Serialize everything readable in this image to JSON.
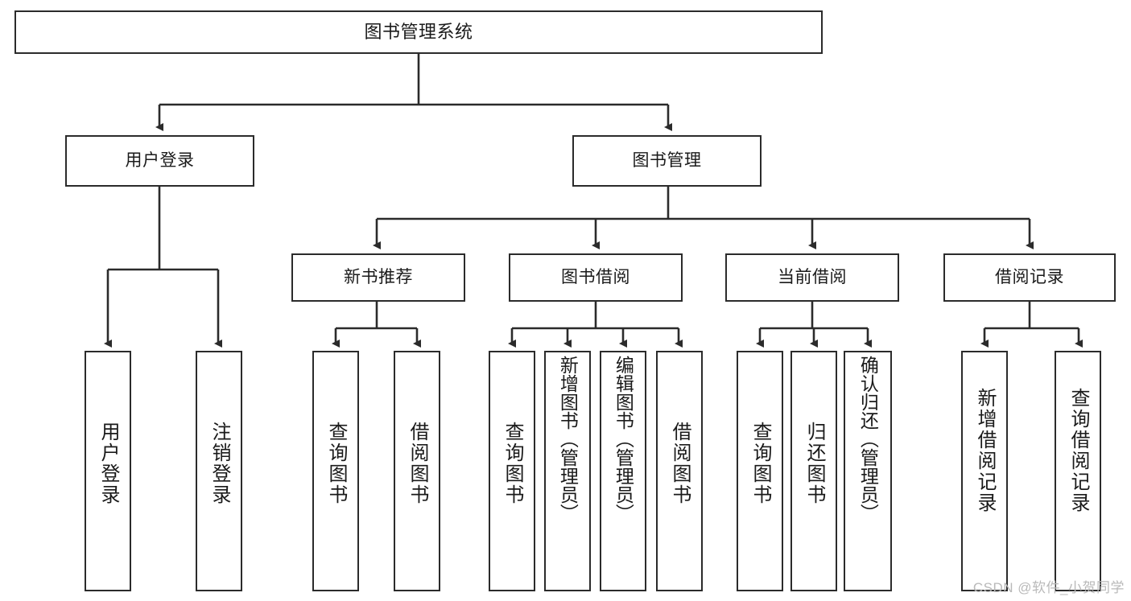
{
  "diagram": {
    "title": "图书管理系统",
    "type": "hierarchy-tree",
    "root": {
      "label": "图书管理系统"
    },
    "level2": [
      {
        "label": "用户登录"
      },
      {
        "label": "图书管理"
      }
    ],
    "level3": [
      {
        "label": "新书推荐"
      },
      {
        "label": "图书借阅"
      },
      {
        "label": "当前借阅"
      },
      {
        "label": "借阅记录"
      }
    ],
    "leaves": {
      "user_login": [
        {
          "label": "用户登录"
        },
        {
          "label": "注销登录"
        }
      ],
      "new_book_recommend": [
        {
          "label": "查询图书"
        },
        {
          "label": "借阅图书"
        }
      ],
      "book_borrow": [
        {
          "label": "查询图书"
        },
        {
          "label": "新增图书（管理员）"
        },
        {
          "label": "编辑图书（管理员）"
        },
        {
          "label": "借阅图书"
        }
      ],
      "current_borrow": [
        {
          "label": "查询图书"
        },
        {
          "label": "归还图书"
        },
        {
          "label": "确认归还（管理员）"
        }
      ],
      "borrow_record": [
        {
          "label": "新增借阅记录"
        },
        {
          "label": "查询借阅记录"
        }
      ]
    }
  },
  "watermark": {
    "text": "CSDN @软件_小贺同学"
  },
  "colors": {
    "stroke": "#2b2b2b",
    "fill": "#ffffff",
    "text": "#1a1a1a",
    "watermark": "#b9b9b9"
  }
}
